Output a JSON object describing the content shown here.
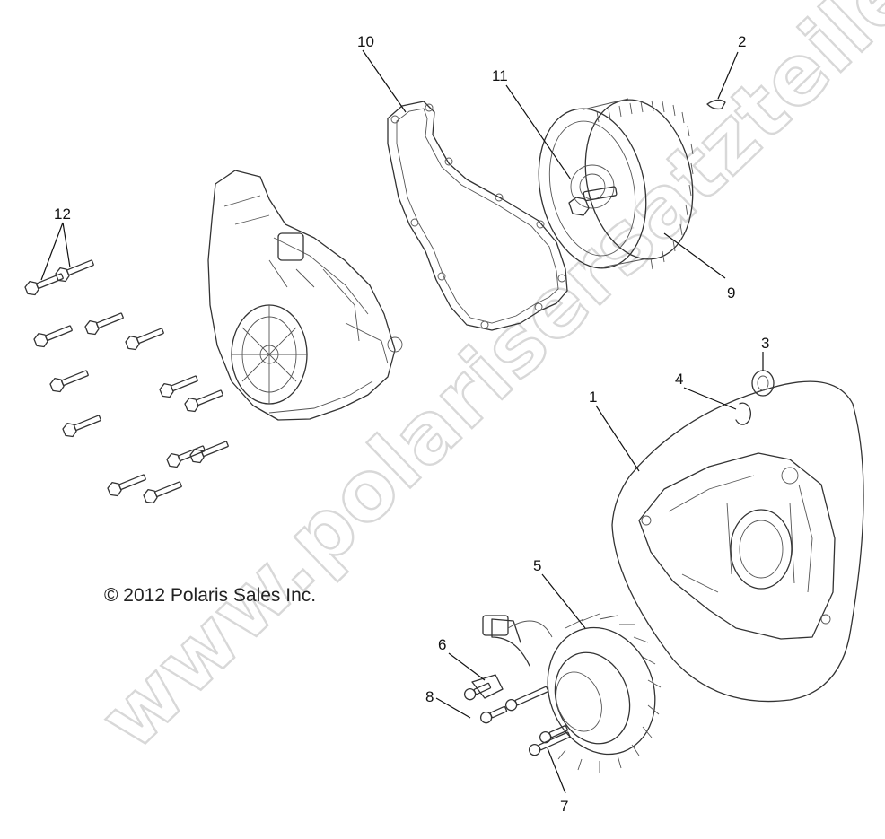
{
  "copyright": "© 2012 Polaris Sales Inc.",
  "watermark": "www.polarisersatzteile.de",
  "callouts": [
    {
      "id": "1",
      "label": "1"
    },
    {
      "id": "2",
      "label": "2"
    },
    {
      "id": "3",
      "label": "3"
    },
    {
      "id": "4",
      "label": "4"
    },
    {
      "id": "5",
      "label": "5"
    },
    {
      "id": "6",
      "label": "6"
    },
    {
      "id": "7",
      "label": "7"
    },
    {
      "id": "8",
      "label": "8"
    },
    {
      "id": "9",
      "label": "9"
    },
    {
      "id": "10",
      "label": "10"
    },
    {
      "id": "11",
      "label": "11"
    },
    {
      "id": "12",
      "label": "12"
    }
  ]
}
